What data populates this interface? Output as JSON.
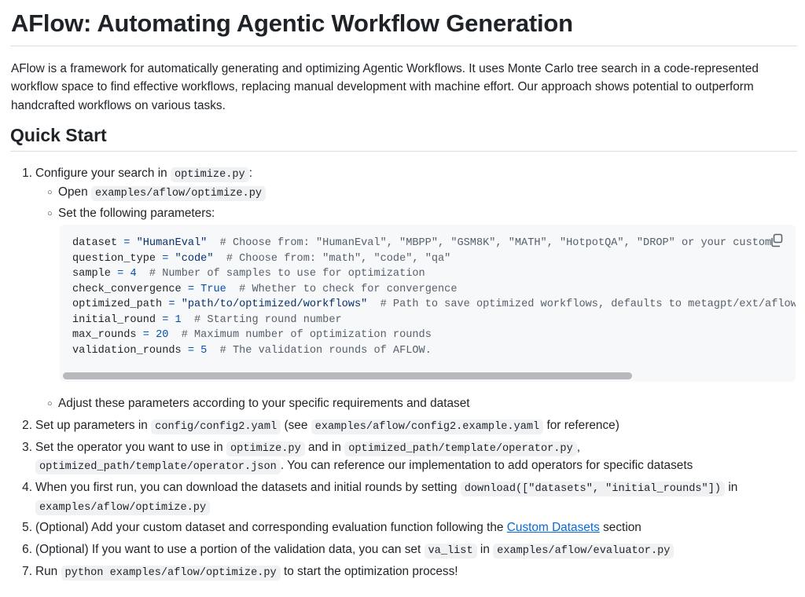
{
  "title": "AFlow: Automating Agentic Workflow Generation",
  "intro": "AFlow is a framework for automatically generating and optimizing Agentic Workflows. It uses Monte Carlo tree search in a code-represented workflow space to find effective workflows, replacing manual development with machine effort. Our approach shows potential to outperform handcrafted workflows on various tasks.",
  "quick_start": {
    "heading": "Quick Start",
    "step1": {
      "num": "1.",
      "text": "Configure your search in",
      "code": "optimize.py",
      "suffix": ":",
      "sub1": {
        "text": "Open",
        "code": "examples/aflow/optimize.py"
      },
      "sub2": {
        "text": "Set the following parameters:"
      },
      "sub3": {
        "text": "Adjust these parameters according to your specific requirements and dataset"
      }
    },
    "code_block": {
      "lines": [
        {
          "name": "dataset",
          "op": " = ",
          "value": "\"HumanEval\"",
          "vtype": "str",
          "comment": "  # Choose from: \"HumanEval\", \"MBPP\", \"GSM8K\", \"MATH\", \"HotpotQA\", \"DROP\" or your custom"
        },
        {
          "name": "question_type",
          "op": " = ",
          "value": "\"code\"",
          "vtype": "str",
          "comment": "  # Choose from: \"math\", \"code\", \"qa\""
        },
        {
          "name": "sample",
          "op": " = ",
          "value": "4",
          "vtype": "num",
          "comment": "  # Number of samples to use for optimization"
        },
        {
          "name": "check_convergence",
          "op": " = ",
          "value": "True",
          "vtype": "num",
          "comment": "  # Whether to check for convergence"
        },
        {
          "name": "optimized_path",
          "op": " = ",
          "value": "\"path/to/optimized/workflows\"",
          "vtype": "str",
          "comment": "  # Path to save optimized workflows, defaults to metagpt/ext/aflow/scripts/optimized"
        },
        {
          "name": "initial_round",
          "op": " = ",
          "value": "1",
          "vtype": "num",
          "comment": "  # Starting round number"
        },
        {
          "name": "max_rounds",
          "op": " = ",
          "value": "20",
          "vtype": "num",
          "comment": "  # Maximum number of optimization rounds"
        },
        {
          "name": "validation_rounds",
          "op": " = ",
          "value": "5",
          "vtype": "num",
          "comment": "  # The validation rounds of AFLOW."
        }
      ],
      "copy_icon": "copy-icon",
      "scroll_fraction_visible": 0.81
    },
    "step2": {
      "num": "2.",
      "text1": "Set up parameters in",
      "code1": "config/config2.yaml",
      "text2": "(see",
      "code2": "examples/aflow/config2.example.yaml",
      "text3": "for reference)"
    },
    "step3": {
      "num": "3.",
      "text1": "Set the operator you want to use in",
      "code1": "optimize.py",
      "text2": "and in",
      "code2": "optimized_path/template/operator.py",
      "text3": ",",
      "code3": "optimized_path/template/operator.json",
      "text4": ". You can reference our implementation to add operators for specific datasets"
    },
    "step4": {
      "num": "4.",
      "text1": "When you first run, you can download the datasets and initial rounds by setting",
      "code1": "download([\"datasets\", \"initial_rounds\"])",
      "text2": "in",
      "code2": "examples/aflow/optimize.py"
    },
    "step5": {
      "num": "5.",
      "text1": "(Optional) Add your custom dataset and corresponding evaluation function following the",
      "link": "Custom Datasets",
      "text2": "section"
    },
    "step6": {
      "num": "6.",
      "text1": "(Optional) If you want to use a portion of the validation data, you can set",
      "code1": "va_list",
      "text2": "in",
      "code2": "examples/aflow/evaluator.py"
    },
    "step7": {
      "num": "7.",
      "text1": "Run",
      "code1": "python examples/aflow/optimize.py",
      "text2": "to start the optimization process!"
    }
  }
}
